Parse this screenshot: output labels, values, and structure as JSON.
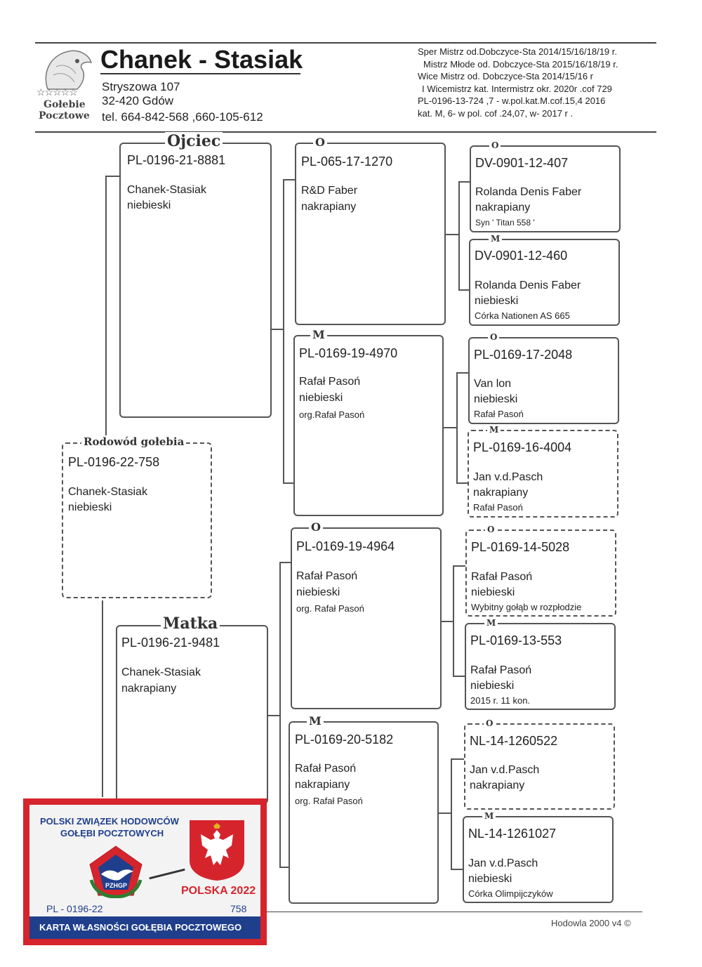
{
  "header": {
    "title": "Chanek - Stasiak",
    "address1": "Stryszowa 107",
    "address2": "32-420 Gdów",
    "phone": "tel. 664-842-568 ,660-105-612",
    "logo_line1": "Gołebie",
    "logo_line2": "Pocztowe",
    "logo_stars": "☆☆☆☆☆",
    "achievements": [
      "Sper Mistrz od.Dobczyce-Sta 2014/15/16/18/19 r.",
      "Mistrz Młode od. Dobczyce-Sta 2015/16/18/19 r.",
      "Wice Mistrz  od. Dobczyce-Sta  2014/15/16 r",
      "I Wicemistrz  kat. Intermistrz okr. 2020r .cof  729",
      "PL-0196-13-724  ,7 - w.pol.kat.M.cof.15,4  2016",
      "kat. M, 6- w pol.  cof .24,07, w- 2017 r ."
    ]
  },
  "labels": {
    "father": "Ojciec",
    "mother": "Matka",
    "pedigree": "Rodowód gołebia",
    "o": "O",
    "m": "M"
  },
  "pigeons": {
    "subject": {
      "ring": "PL-0196-22-758",
      "name": "Chanek-Stasiak",
      "color": "niebieski"
    },
    "father": {
      "ring": "PL-0196-21-8881",
      "name": "Chanek-Stasiak",
      "color": "niebieski"
    },
    "mother": {
      "ring": "PL-0196-21-9481",
      "name": "Chanek-Stasiak",
      "color": "nakrapiany"
    },
    "ff": {
      "ring": "PL-065-17-1270",
      "name": "R&D Faber",
      "color": "nakrapiany"
    },
    "fm": {
      "ring": "PL-0169-19-4970",
      "name": "Rafał Pasoń",
      "color": "niebieski",
      "note": "org.Rafał Pasoń"
    },
    "mf": {
      "ring": "PL-0169-19-4964",
      "name": "Rafał Pasoń",
      "color": "niebieski",
      "note": "org. Rafał Pasoń"
    },
    "mm": {
      "ring": "PL-0169-20-5182",
      "name": "Rafał Pasoń",
      "color": "nakrapiany",
      "note": "org. Rafał Pasoń"
    },
    "fff": {
      "ring": "DV-0901-12-407",
      "name": "Rolanda Denis Faber",
      "color": "nakrapiany",
      "note": "Syn ' Titan 558 '"
    },
    "ffm": {
      "ring": "DV-0901-12-460",
      "name": "Rolanda Denis Faber",
      "color": "niebieski",
      "note": "Córka Nationen AS 665"
    },
    "fmf": {
      "ring": "PL-0169-17-2048",
      "name": "Van lon",
      "color": "niebieski",
      "note": "Rafał Pasoń"
    },
    "fmm": {
      "ring": "PL-0169-16-4004",
      "name": "Jan v.d.Pasch",
      "color": "nakrapiany",
      "note": "Rafał Pasoń"
    },
    "mff": {
      "ring": "PL-0169-14-5028",
      "name": "Rafał Pasoń",
      "color": "niebieski",
      "note": "Wybitny gołąb w rozpłodzie"
    },
    "mfm": {
      "ring": "PL-0169-13-553",
      "name": "Rafał Pasoń",
      "color": "niebieski",
      "note": "2015 r. 11 kon."
    },
    "mmf": {
      "ring": "NL-14-1260522",
      "name": "Jan v.d.Pasch",
      "color": "nakrapiany"
    },
    "mmm": {
      "ring": "NL-14-1261027",
      "name": "Jan v.d.Pasch",
      "color": "niebieski",
      "note": "Córka Olimpijczyków"
    }
  },
  "card": {
    "org_line1": "POLSKI ZWIĄZEK HODOWCÓW",
    "org_line2": "GOŁĘBI POCZTOWYCH",
    "logo_text": "PZHGP",
    "year": "POLSKA 2022",
    "ring_left": "PL - 0196-22",
    "ring_right": "758",
    "footer": "KARTA WŁASNOŚCI GOŁĘBIA POCZTOWEGO"
  },
  "footer": {
    "software": "Hodowla 2000 v4 ©"
  },
  "colors": {
    "card_red": "#d6242c",
    "card_blue": "#1f3f8c",
    "line": "#555555"
  }
}
